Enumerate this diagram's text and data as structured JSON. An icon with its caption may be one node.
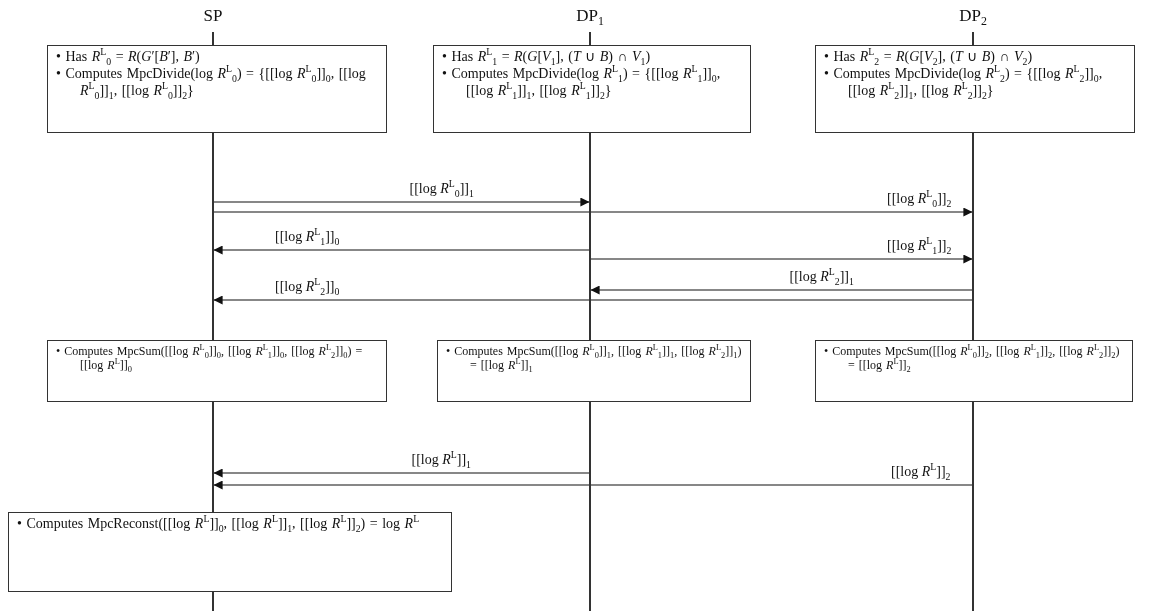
{
  "diagram": {
    "nodes": [
      {
        "text": [
          "SP"
        ]
      },
      {
        "text": [
          "DP$_{1}$"
        ]
      },
      {
        "text": [
          "DP$_{2}$"
        ]
      },
      {
        "text": [
          "• Has *R*$^{L}$$_{0}$ = *R*(*G*′[*B*′], *B*′)",
          "• Computes MpcDivide(log *R*$^{L}$$_{0}$) = {[[log *R*$^{L}$$_{0}$]]$_{0}$, [[log *R*$^{L}$$_{0}$]]$_{1}$, [[log *R*$^{L}$$_{0}$]]$_{2}$}"
        ]
      },
      {
        "text": [
          "• Has *R*$^{L}$$_{1}$ = *R*(*G*[*V*$_{1}$], (*T* ∪ *B*) ∩ *V*$_{1}$)",
          "• Computes MpcDivide(log *R*$^{L}$$_{1}$) = {[[log *R*$^{L}$$_{1}$]]$_{0}$, [[log *R*$^{L}$$_{1}$]]$_{1}$, [[log *R*$^{L}$$_{1}$]]$_{2}$}"
        ]
      },
      {
        "text": [
          "• Has *R*$^{L}$$_{2}$ = *R*(*G*[*V*$_{2}$], (*T* ∪ *B*) ∩ *V*$_{2}$)",
          "• Computes MpcDivide(log *R*$^{L}$$_{2}$) = {[[log *R*$^{L}$$_{2}$]]$_{0}$, [[log *R*$^{L}$$_{2}$]]$_{1}$, [[log *R*$^{L}$$_{2}$]]$_{2}$}"
        ]
      },
      {
        "text": [
          "• Computes MpcSum([[log *R*$^{L}$$_{0}$]]$_{0}$, [[log *R*$^{L}$$_{1}$]]$_{0}$, [[log *R*$^{L}$$_{2}$]]$_{0}$) = [[log *R*$^{L}$]]$_{0}$"
        ]
      },
      {
        "text": [
          "• Computes MpcSum([[log *R*$^{L}$$_{0}$]]$_{1}$, [[log *R*$^{L}$$_{1}$]]$_{1}$, [[log *R*$^{L}$$_{2}$]]$_{1}$) = [[log *R*$^{L}$]]$_{1}$"
        ]
      },
      {
        "text": [
          "• Computes MpcSum([[log *R*$^{L}$$_{0}$]]$_{2}$, [[log *R*$^{L}$$_{1}$]]$_{2}$, [[log *R*$^{L}$$_{2}$]]$_{2}$) = [[log *R*$^{L}$]]$_{2}$"
        ]
      },
      {
        "text": [
          "• Computes MpcReconst([[log *R*$^{L}$]]$_{0}$, [[log *R*$^{L}$]]$_{1}$, [[log *R*$^{L}$]]$_{2}$) = log *R*$^{L}$"
        ]
      }
    ],
    "edges": [
      {
        "from": 0,
        "to": 1,
        "arrow": "to",
        "label": "[[log *R*$^{L}$$_{0}$]]$_{1}$"
      },
      {
        "from": 0,
        "to": 2,
        "arrow": "to",
        "label": "[[log *R*$^{L}$$_{0}$]]$_{2}$"
      },
      {
        "from": 1,
        "to": 0,
        "arrow": "to",
        "label": "[[log *R*$^{L}$$_{1}$]]$_{0}$"
      },
      {
        "from": 1,
        "to": 2,
        "arrow": "to",
        "label": "[[log *R*$^{L}$$_{1}$]]$_{2}$"
      },
      {
        "from": 2,
        "to": 1,
        "arrow": "to",
        "label": "[[log *R*$^{L}$$_{2}$]]$_{1}$"
      },
      {
        "from": 2,
        "to": 0,
        "arrow": "to",
        "label": "[[log *R*$^{L}$$_{2}$]]$_{0}$"
      },
      {
        "from": 1,
        "to": 0,
        "arrow": "to",
        "label": "[[log *R*$^{L}$]]$_{1}$"
      },
      {
        "from": 2,
        "to": 0,
        "arrow": "to",
        "label": "[[log *R*$^{L}$]]$_{2}$"
      }
    ]
  }
}
